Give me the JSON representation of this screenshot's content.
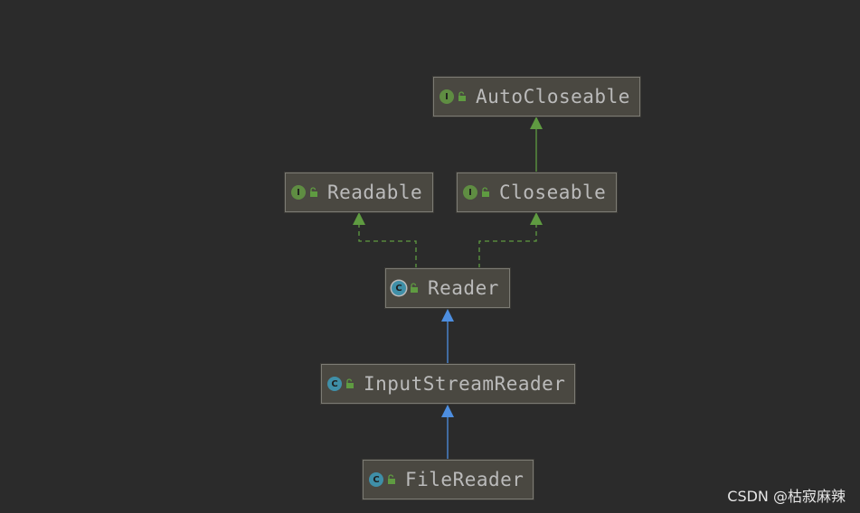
{
  "diagram": {
    "nodes": [
      {
        "id": "autocloseable",
        "label": "AutoCloseable",
        "kind": "interface",
        "kind_letter": "I",
        "visibility_icon": "unlocked-icon"
      },
      {
        "id": "readable",
        "label": "Readable",
        "kind": "interface",
        "kind_letter": "I",
        "visibility_icon": "unlocked-icon"
      },
      {
        "id": "closeable",
        "label": "Closeable",
        "kind": "interface",
        "kind_letter": "I",
        "visibility_icon": "unlocked-icon"
      },
      {
        "id": "reader",
        "label": "Reader",
        "kind": "abstract-class",
        "kind_letter": "C",
        "visibility_icon": "unlocked-icon"
      },
      {
        "id": "inputstreamreader",
        "label": "InputStreamReader",
        "kind": "class",
        "kind_letter": "C",
        "visibility_icon": "unlocked-icon"
      },
      {
        "id": "filereader",
        "label": "FileReader",
        "kind": "class",
        "kind_letter": "C",
        "visibility_icon": "unlocked-icon"
      }
    ],
    "edges": [
      {
        "from": "closeable",
        "to": "autocloseable",
        "type": "extends-interface"
      },
      {
        "from": "reader",
        "to": "readable",
        "type": "implements"
      },
      {
        "from": "reader",
        "to": "closeable",
        "type": "implements"
      },
      {
        "from": "inputstreamreader",
        "to": "reader",
        "type": "extends-class"
      },
      {
        "from": "filereader",
        "to": "inputstreamreader",
        "type": "extends-class"
      }
    ]
  },
  "colors": {
    "background": "#2b2b2b",
    "interface_edge": "#5f9b41",
    "class_edge": "#4d8ee0",
    "interface_icon": "#5f8d42",
    "class_icon": "#3f8fa8"
  },
  "watermark": "CSDN @枯寂麻辣"
}
